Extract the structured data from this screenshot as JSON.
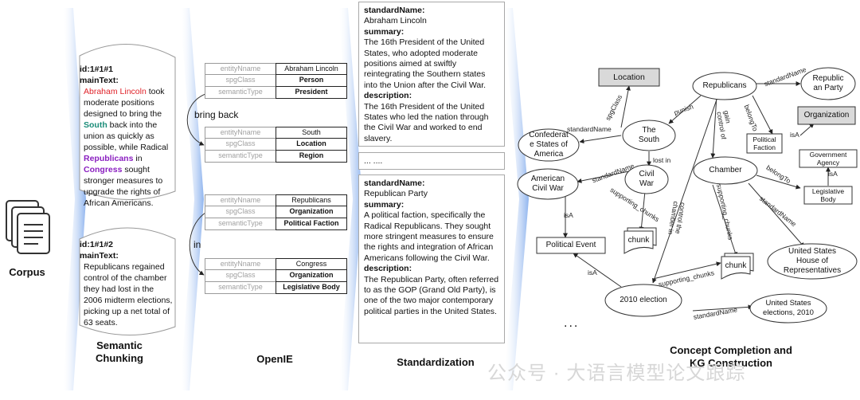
{
  "stages": {
    "corpus": "Corpus",
    "chunking": "Semantic\nChunking",
    "openie": "OpenIE",
    "standardization": "Standardization",
    "kg": "Concept Completion and\nKG Construction"
  },
  "chunks": [
    {
      "id": "id:1#1#1",
      "label": "mainText:",
      "segments": [
        {
          "text": "Abraham Lincoln",
          "style": "red"
        },
        {
          "text": " took moderate positions designed to bring the ",
          "style": ""
        },
        {
          "text": "South",
          "style": "teal"
        },
        {
          "text": " back into the union as quickly as possible, while Radical ",
          "style": ""
        },
        {
          "text": "Republicans",
          "style": "purple"
        },
        {
          "text": " in ",
          "style": ""
        },
        {
          "text": "Congress",
          "style": "purple"
        },
        {
          "text": " sought stronger measures to upgrade the rights of African Americans.",
          "style": ""
        }
      ]
    },
    {
      "id": "id:1#1#2",
      "label": "mainText:",
      "segments": [
        {
          "text": "Republicans regained control of the chamber they had lost in the 2006 midterm elections, picking up a net total of 63 seats.",
          "style": ""
        }
      ]
    }
  ],
  "openie": {
    "keys": [
      "entityNname",
      "spgClass",
      "semanticType"
    ],
    "entities": [
      {
        "name": "Abraham Lincoln",
        "class": "Person",
        "type": "President"
      },
      {
        "name": "South",
        "class": "Location",
        "type": "Region"
      },
      {
        "name": "Republicans",
        "class": "Organization",
        "type": "Political Faction"
      },
      {
        "name": "Congress",
        "class": "Organization",
        "type": "Legislative Body"
      }
    ],
    "relations": [
      "bring back",
      "in"
    ]
  },
  "standardization": {
    "boxes": [
      {
        "fields": [
          {
            "key": "standardName:",
            "value": "Abraham Lincoln"
          },
          {
            "key": "summary:",
            "value": "The 16th President of the United States, who adopted moderate positions aimed at swiftly reintegrating the Southern states into the Union after the Civil War."
          },
          {
            "key": "description:",
            "value": "The 16th President of the United States who led the nation through the Civil War and worked to end slavery."
          }
        ]
      },
      {
        "fields": [
          {
            "key": "standardName:",
            "value": "Republican Party"
          },
          {
            "key": "summary:",
            "value": "A political faction, specifically the Radical Republicans. They sought more stringent measures to ensure the rights and integration of African Americans following the Civil War."
          },
          {
            "key": "description:",
            "value": "The Republican Party, often referred to as the GOP (Grand Old Party), is one of the two major contemporary political parties in the United States."
          }
        ]
      }
    ],
    "gap": "... ...."
  },
  "kg": {
    "nodes": {
      "location": "Location",
      "organization": "Organization",
      "republicans": "Republicans",
      "republic_party": "Republic\nan Party",
      "confederate": "Confederat\ne States of\nAmerica",
      "south": "The\nSouth",
      "american_civil_war": "American\nCivil War",
      "civil_war": "Civil\nWar",
      "chamber": "Chamber",
      "political_faction": "Political\nFaction",
      "gov_agency": "Government\nAgency",
      "legislative_body": "Legislative\nBody",
      "political_event": "Political Event",
      "chunk1": "chunk",
      "chunk2": "chunk",
      "us_house": "United States\nHouse of\nRepresentatives",
      "election_2010": "2010 election",
      "us_elections": "United States\nelections, 2010"
    },
    "edges": {
      "standardName": "standardName",
      "spgClass": "spgClass",
      "punish": "punish",
      "belongTo": "belongTo",
      "gain_control": "gain\ncontrol of",
      "isA": "isA",
      "lost_in": "lost in",
      "supporting_chunks": "supporting_chunks",
      "control_chamber": "control the\nchamber in"
    },
    "ellipsis": "..."
  },
  "watermark": "公众号 · 大语言模型论文跟踪",
  "colors": {
    "arrow_blue": "#8fb4ee",
    "node_fill_gray": "#d9d9d9",
    "highlight_red": "#e0242b",
    "highlight_teal": "#1a8c78",
    "highlight_purple": "#8a1fc0"
  }
}
